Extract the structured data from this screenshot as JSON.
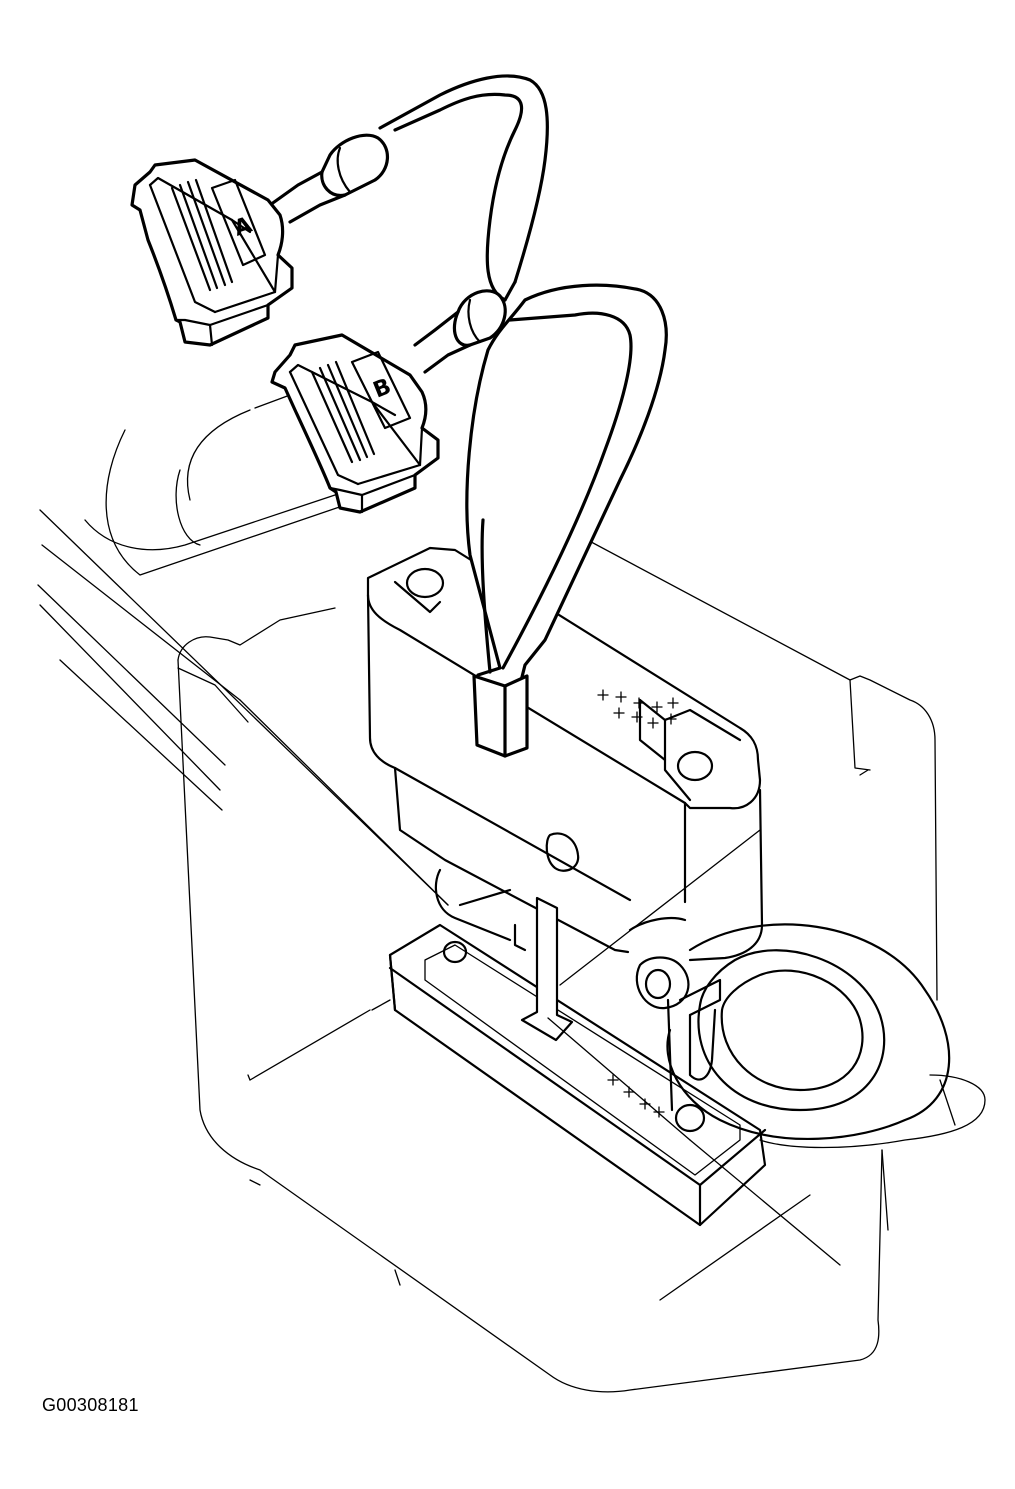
{
  "figure": {
    "id_label": "G00308181",
    "connector_a_letter": "A",
    "connector_b_letter": "B"
  }
}
